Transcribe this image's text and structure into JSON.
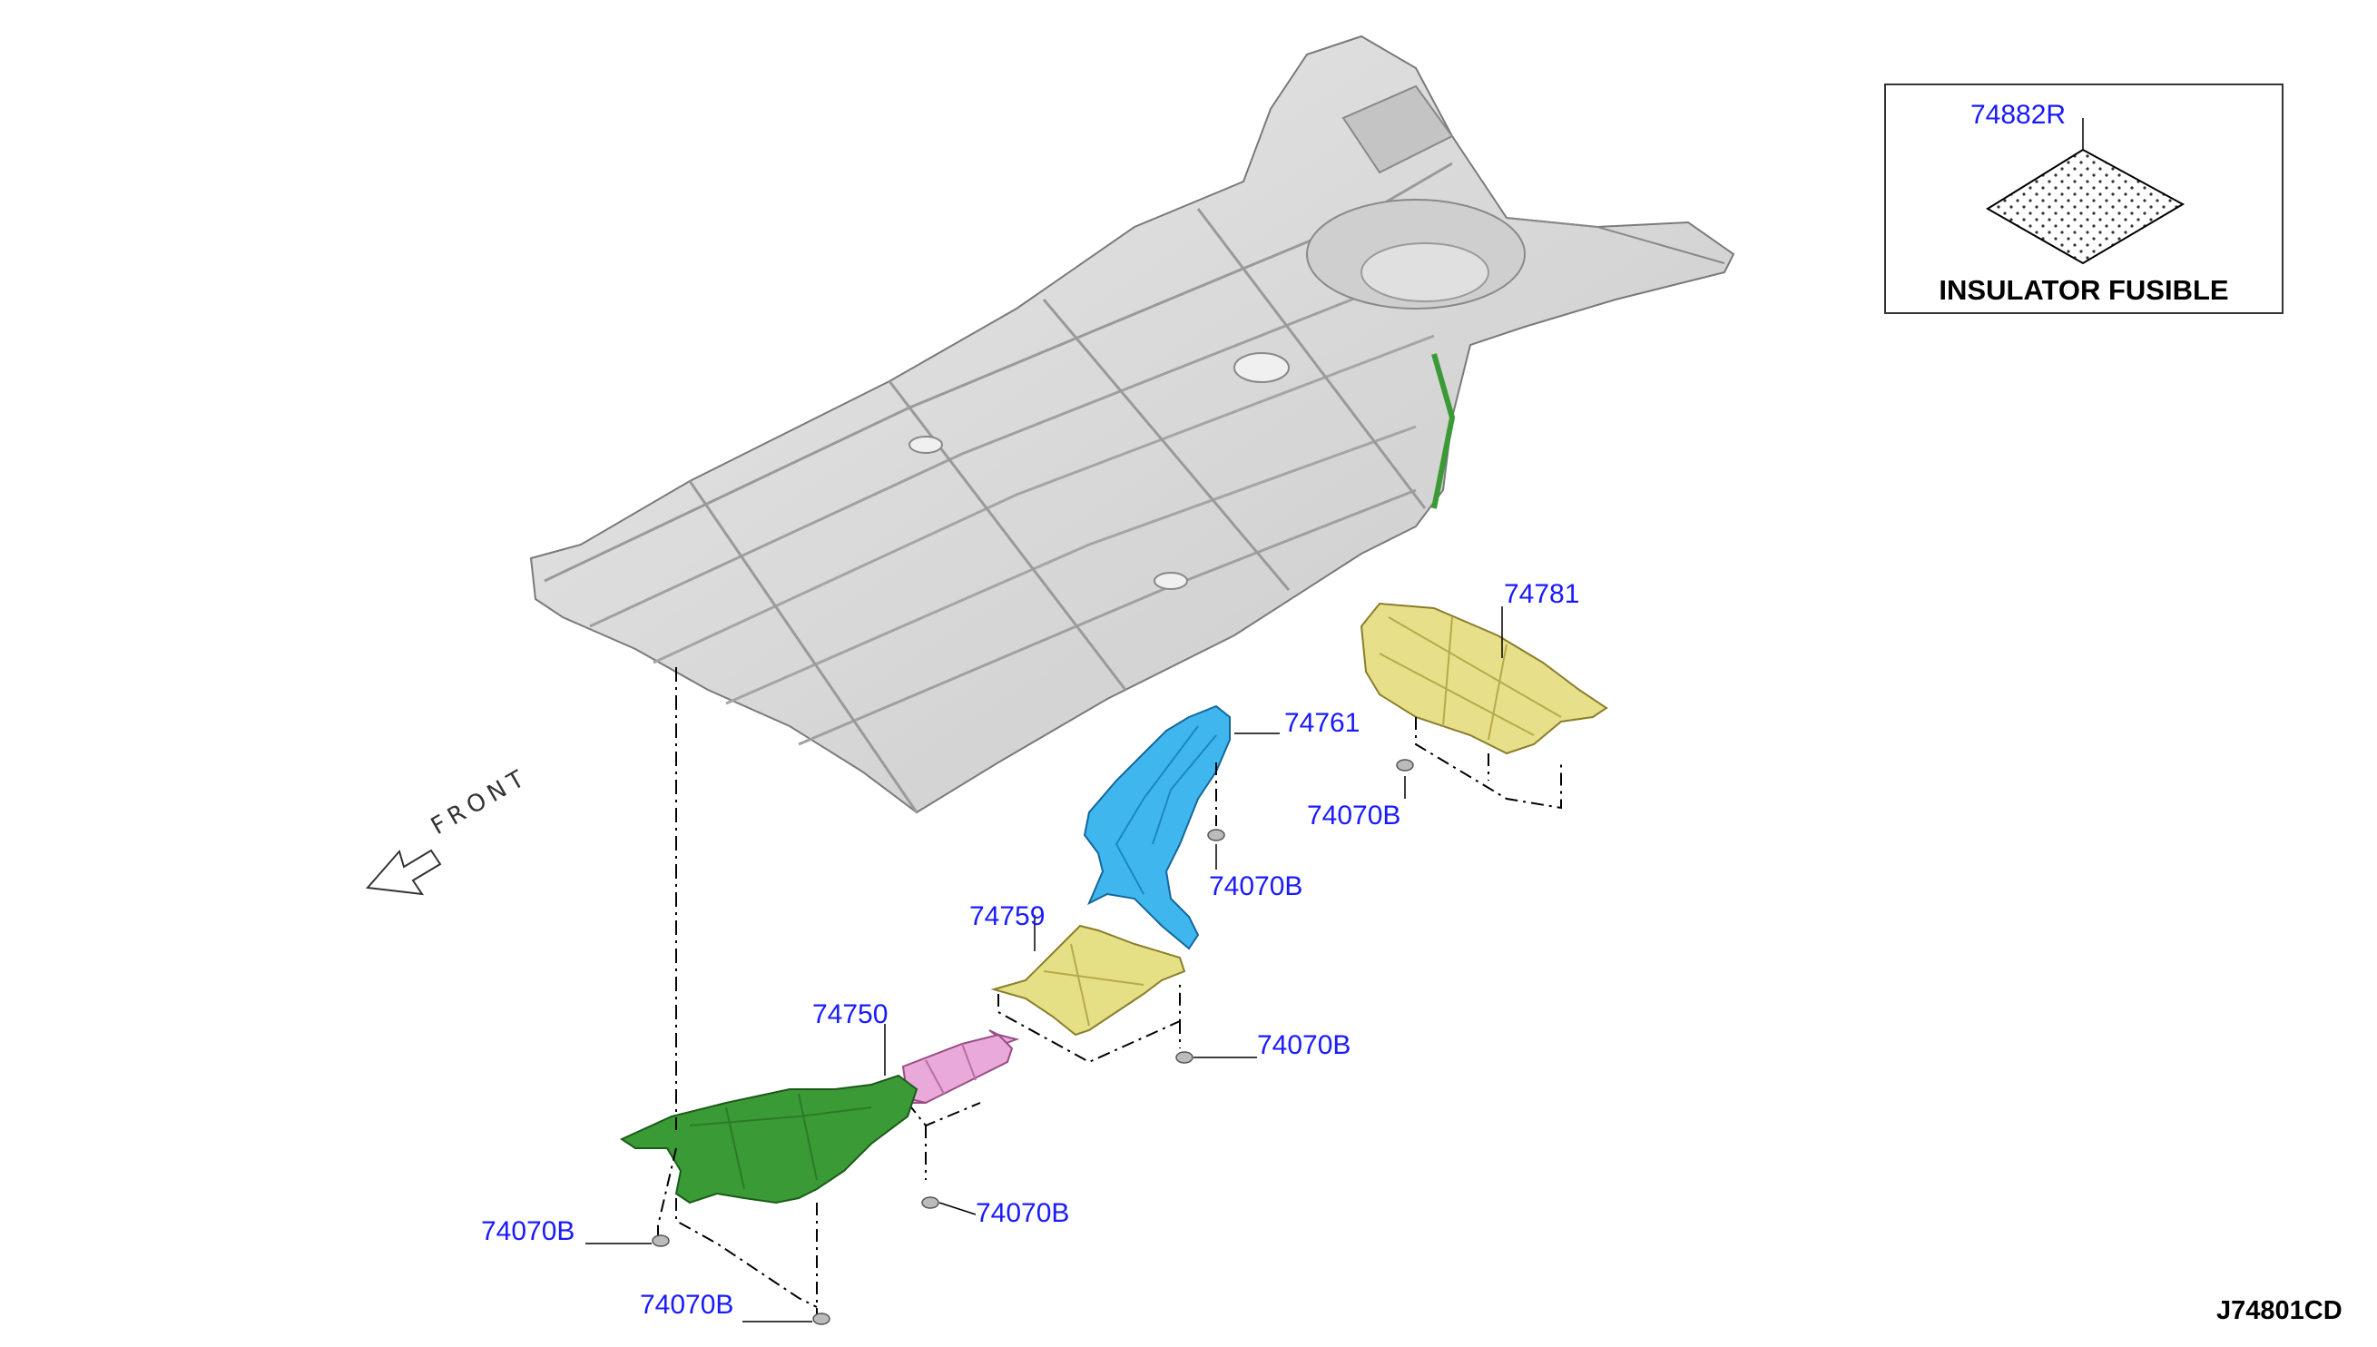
{
  "diagram_code": "J74801CD",
  "legend": {
    "part_number": "74882R",
    "caption": "INSULATOR FUSIBLE"
  },
  "direction_label": "FRONT",
  "parts": [
    {
      "id": "74781",
      "color": "#e8df8a"
    },
    {
      "id": "74761",
      "color": "#3fb7ee"
    },
    {
      "id": "74759",
      "color": "#e5df86"
    },
    {
      "id": "74750",
      "color": "#e9a9d9"
    },
    {
      "id": "74070B"
    }
  ],
  "clip_labels": [
    "74070B",
    "74070B",
    "74070B",
    "74070B",
    "74070B",
    "74070B"
  ],
  "colors": {
    "floor": "#d9d9d9",
    "floor_edge": "#8a8a8a",
    "green_insulator": "#3a9a35",
    "label": "#1a1aff"
  }
}
